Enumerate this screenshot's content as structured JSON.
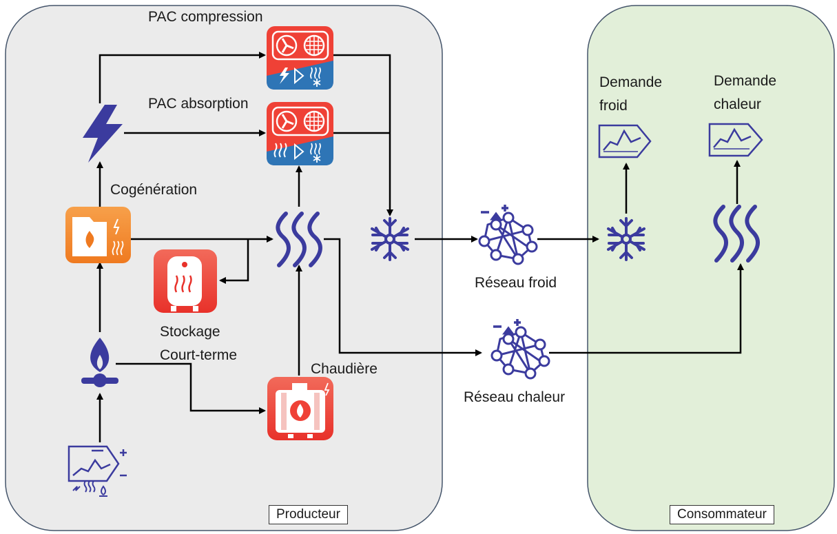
{
  "zones": {
    "producer": "Producteur",
    "consumer": "Consommateur"
  },
  "labels": {
    "pac_compression": "PAC compression",
    "pac_absorption": "PAC absorption",
    "cogeneration": "Cogénération",
    "storage_line1": "Stockage",
    "storage_line2": "Court-terme",
    "boiler": "Chaudière",
    "cold_network": "Réseau froid",
    "heat_network": "Réseau chaleur",
    "cold_demand_line1": "Demande",
    "cold_demand_line2": "froid",
    "heat_demand_line1": "Demande",
    "heat_demand_line2": "chaleur"
  },
  "colors": {
    "producer_bg": "#ebebeb",
    "consumer_bg": "#e2efd9",
    "zone_border": "#44546a",
    "icon_blue": "#3b3b9e",
    "pac_red": "#ef4136",
    "pac_blue": "#2e75b6",
    "cogen_orange": "#f0842c",
    "storage_red": "#e8312a"
  },
  "icons": [
    "lightning-icon",
    "gas-flame-icon",
    "market-chart-icon",
    "heat-waves-icon",
    "snowflake-icon",
    "network-icon",
    "demand-chart-icon",
    "heat-pump-icon",
    "cogeneration-icon",
    "storage-tank-icon",
    "boiler-icon"
  ]
}
